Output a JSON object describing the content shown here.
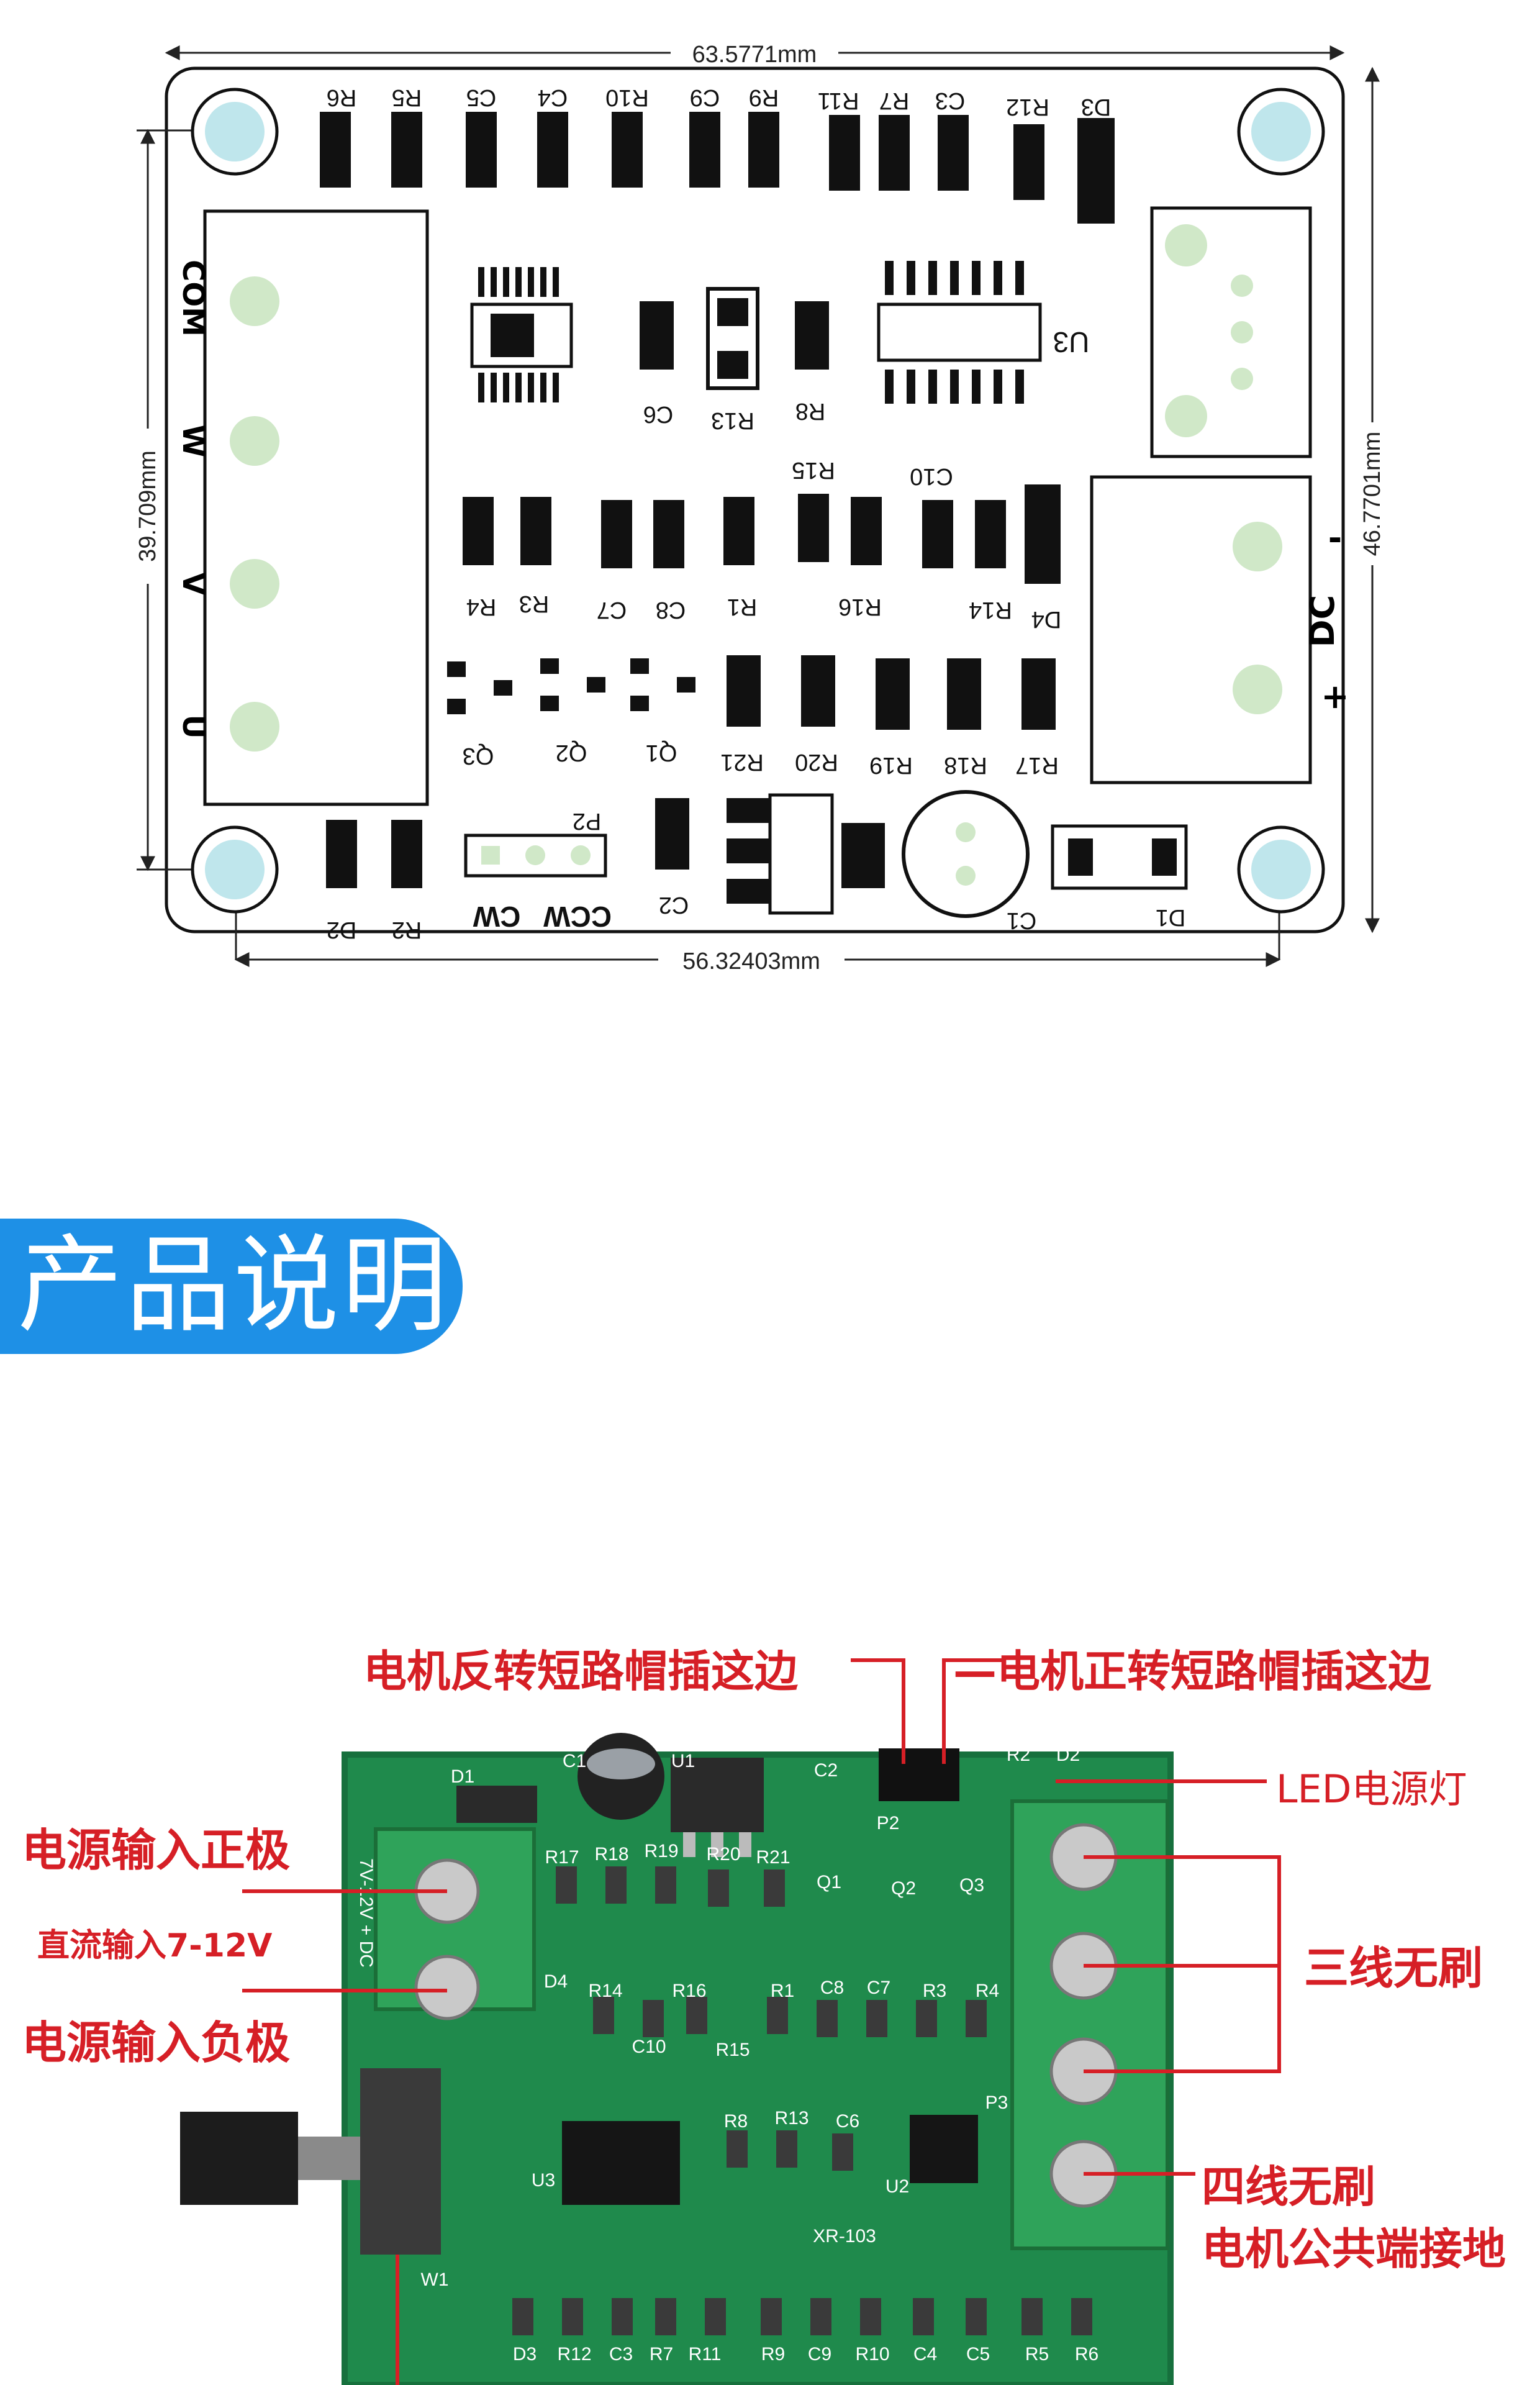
{
  "dims": {
    "top_width": "63.5771mm",
    "bottom_width": "56.32403mm",
    "left_height": "39.709mm",
    "right_height": "46.7701mm"
  },
  "pcb_labels": {
    "top_row": [
      "R6",
      "R5",
      "C5",
      "C4",
      "R10",
      "C9",
      "R9",
      "R11",
      "R7",
      "C3",
      "R12",
      "D3"
    ],
    "motor_connector": [
      "COM",
      "W",
      "V",
      "U"
    ],
    "ic_area": [
      "C6",
      "R13",
      "R8",
      "U3",
      "C10",
      "R15"
    ],
    "middle_row": [
      "R4",
      "R3",
      "C7",
      "C8",
      "R1",
      "R16",
      "R14",
      "D4"
    ],
    "transistors": [
      "Q3",
      "Q2",
      "Q1"
    ],
    "lower_row": [
      "R21",
      "R20",
      "R19",
      "R18",
      "R17"
    ],
    "bottom": [
      "D2",
      "R2",
      "CW",
      "CCW",
      "P2",
      "C2",
      "C1",
      "D1"
    ],
    "dc": [
      "DC",
      "-",
      "+"
    ]
  },
  "section_title": "产品说明",
  "callouts": {
    "reverse": "电机反转短路帽插这边",
    "forward": "—电机正转短路帽插这边",
    "led": "LED电源灯",
    "power_pos": "电源输入正极",
    "dc_input": "直流输入7-12V",
    "power_neg": "电源输入负极",
    "three_wire": "三线无刷",
    "four_wire": "四线无刷",
    "common_ground": "电机公共端接地"
  },
  "board_silk": {
    "model": "XR-103",
    "voltage": "7V-12V + DC",
    "parts": [
      "D1",
      "C1",
      "U1",
      "C2",
      "P2",
      "R2",
      "D2",
      "R17",
      "R18",
      "R19",
      "R20",
      "R21",
      "Q1",
      "Q2",
      "Q3",
      "D4",
      "R14",
      "R16",
      "R1",
      "C8",
      "C7",
      "R3",
      "R4",
      "C10",
      "R15",
      "R8",
      "R13",
      "C6",
      "U3",
      "U2",
      "P3",
      "W1",
      "D3",
      "R12",
      "C3",
      "R7",
      "R11",
      "R9",
      "C9",
      "R10",
      "C4",
      "C5",
      "R5",
      "R6"
    ],
    "terminal_letters": [
      "U",
      "V",
      "W",
      "COM"
    ]
  },
  "colors": {
    "accent_blue": "#1e90e6",
    "callout_red": "#d61f26",
    "pcb_green": "#1f8a4c",
    "terminal_green": "#2fa35a"
  }
}
